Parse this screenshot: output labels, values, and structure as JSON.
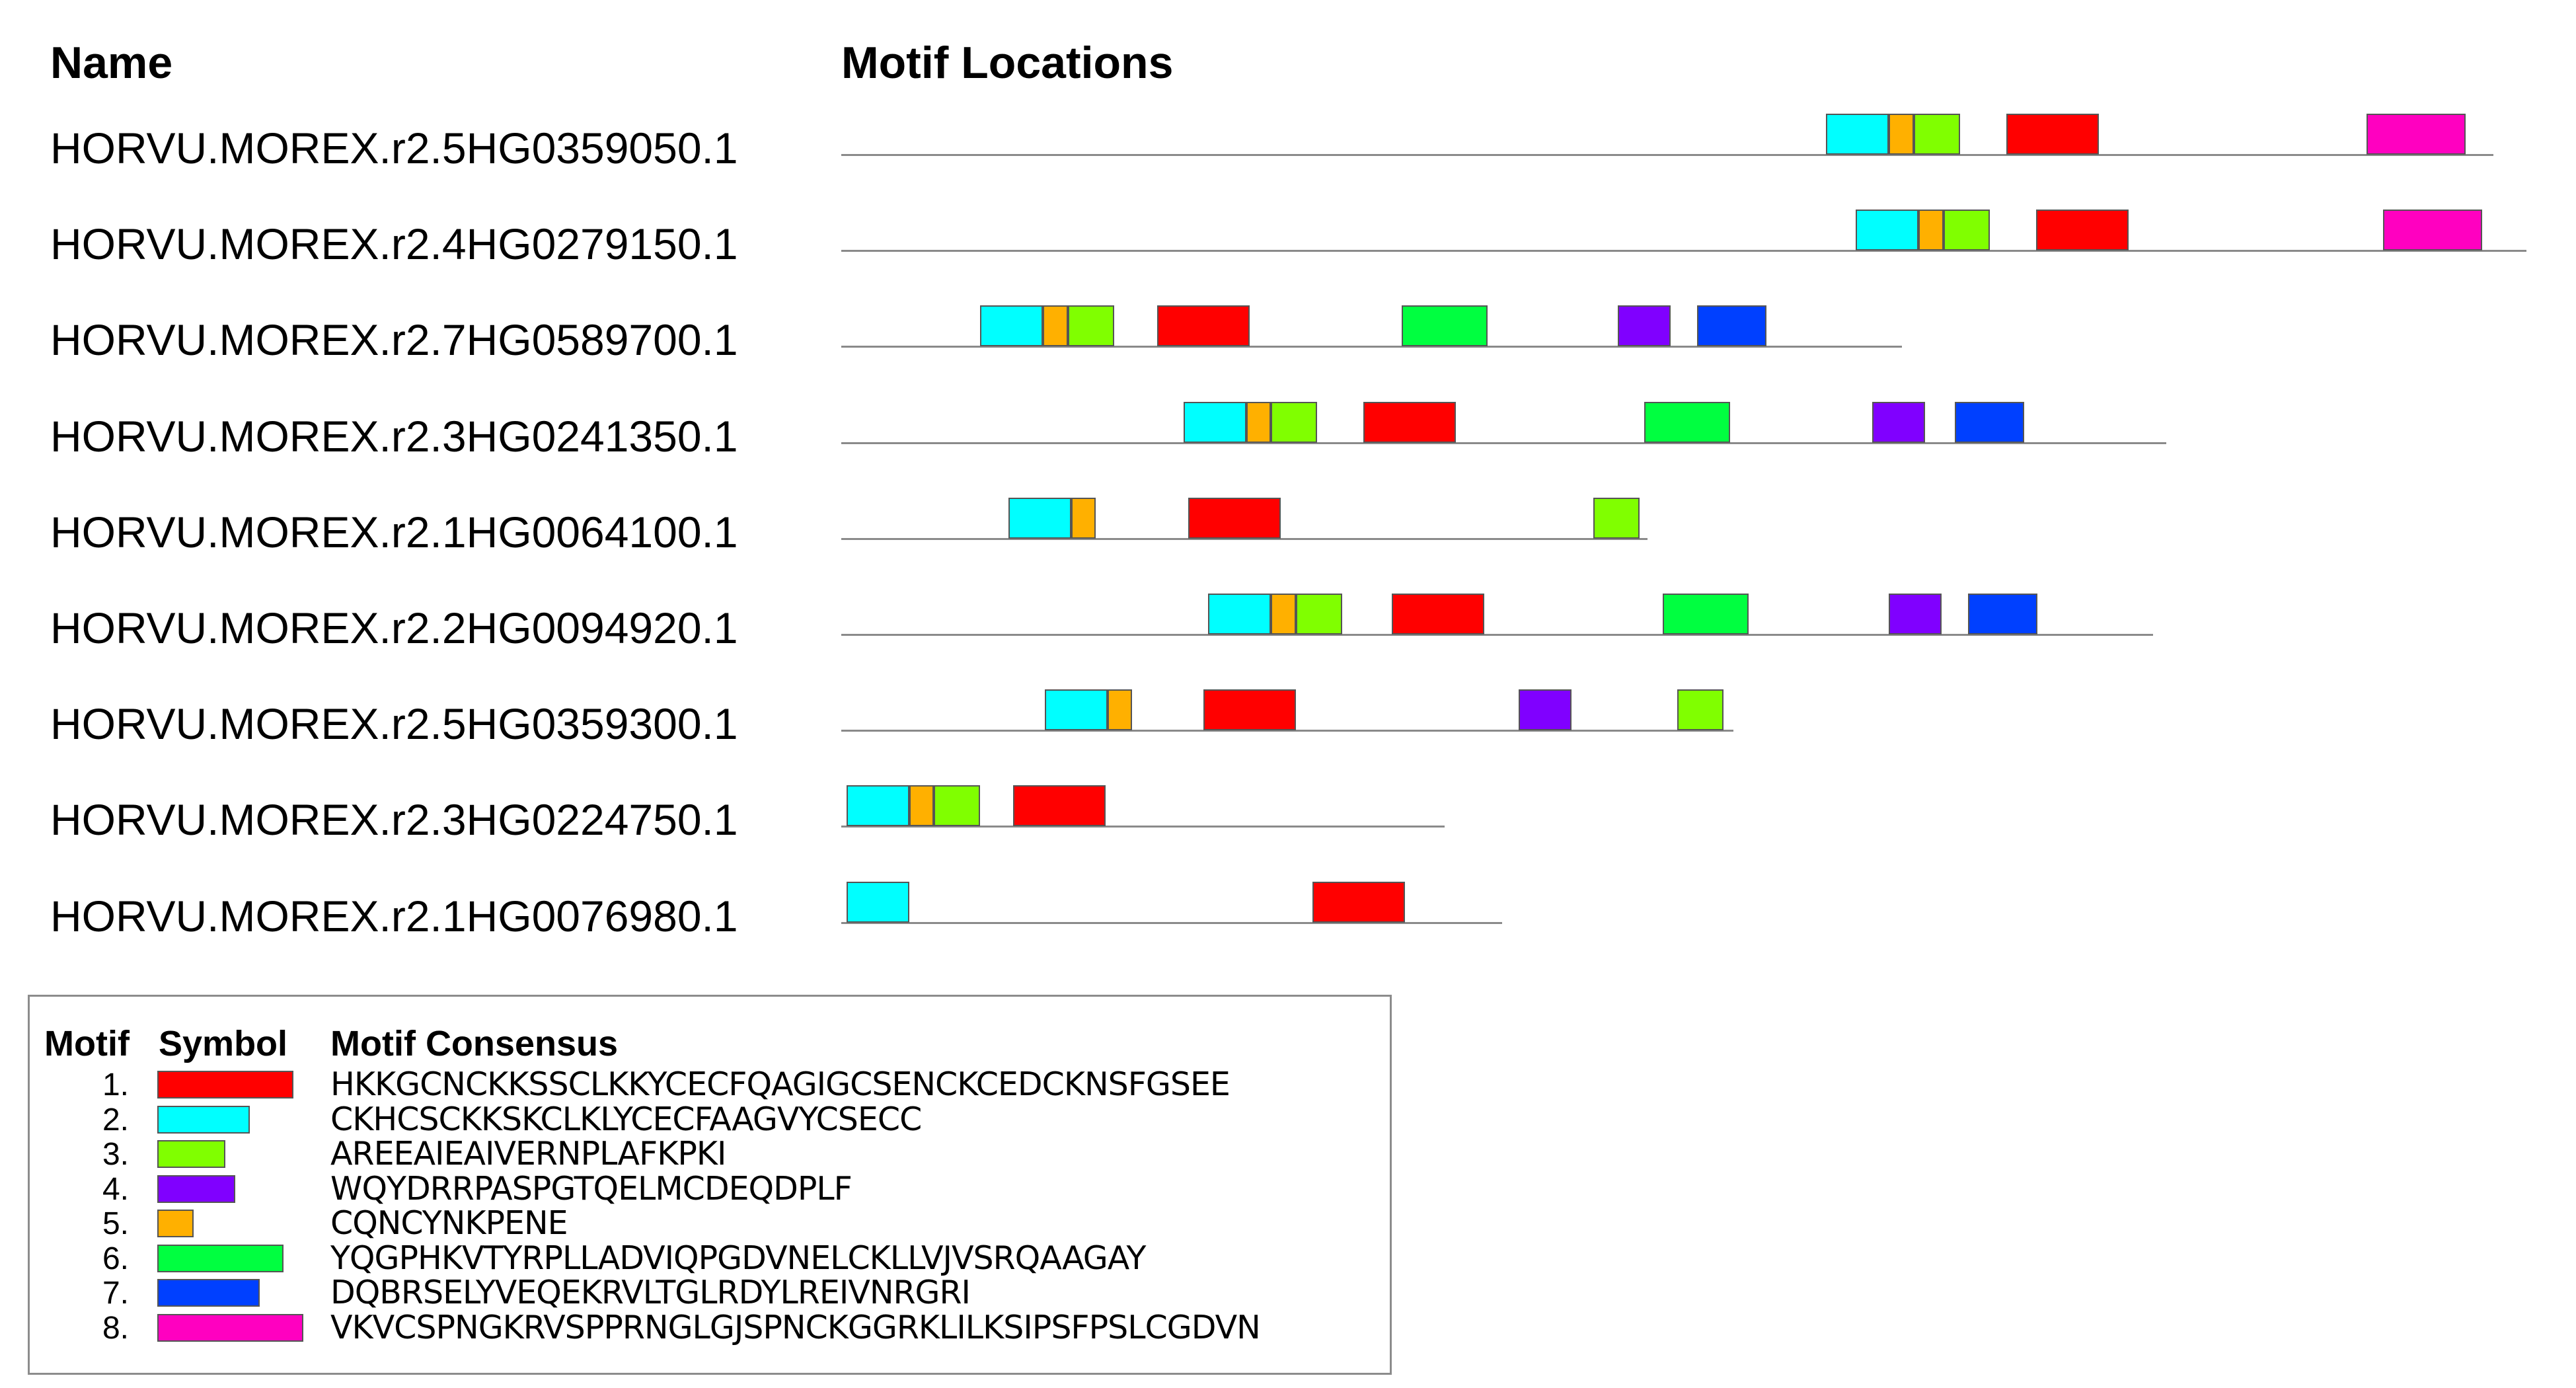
{
  "headers": {
    "name": "Name",
    "locations": "Motif Locations"
  },
  "motif_colors": {
    "1": "#ff0000",
    "2": "#00ffff",
    "3": "#80ff00",
    "4": "#8000ff",
    "5": "#ffb000",
    "6": "#00ff40",
    "7": "#0040ff",
    "8": "#ff00c0"
  },
  "sequences": [
    {
      "name": "HORVU.MOREX.r2.5HG0359050.1",
      "length": 1000,
      "motifs": [
        {
          "motif": 2,
          "start": 596,
          "end": 634
        },
        {
          "motif": 5,
          "start": 634,
          "end": 649
        },
        {
          "motif": 3,
          "start": 649,
          "end": 677
        },
        {
          "motif": 1,
          "start": 705,
          "end": 761
        },
        {
          "motif": 8,
          "start": 923,
          "end": 983
        }
      ]
    },
    {
      "name": "HORVU.MOREX.r2.4HG0279150.1",
      "length": 1020,
      "motifs": [
        {
          "motif": 2,
          "start": 614,
          "end": 652
        },
        {
          "motif": 5,
          "start": 652,
          "end": 667
        },
        {
          "motif": 3,
          "start": 667,
          "end": 695
        },
        {
          "motif": 1,
          "start": 723,
          "end": 779
        },
        {
          "motif": 8,
          "start": 933,
          "end": 993
        }
      ]
    },
    {
      "name": "HORVU.MOREX.r2.7HG0589700.1",
      "length": 642,
      "motifs": [
        {
          "motif": 2,
          "start": 84,
          "end": 122
        },
        {
          "motif": 5,
          "start": 122,
          "end": 137
        },
        {
          "motif": 3,
          "start": 137,
          "end": 165
        },
        {
          "motif": 1,
          "start": 191,
          "end": 247
        },
        {
          "motif": 6,
          "start": 339,
          "end": 391
        },
        {
          "motif": 4,
          "start": 470,
          "end": 502
        },
        {
          "motif": 7,
          "start": 518,
          "end": 560
        }
      ]
    },
    {
      "name": "HORVU.MOREX.r2.3HG0241350.1",
      "length": 802,
      "motifs": [
        {
          "motif": 2,
          "start": 207,
          "end": 245
        },
        {
          "motif": 5,
          "start": 245,
          "end": 260
        },
        {
          "motif": 3,
          "start": 260,
          "end": 288
        },
        {
          "motif": 1,
          "start": 316,
          "end": 372
        },
        {
          "motif": 6,
          "start": 486,
          "end": 538
        },
        {
          "motif": 4,
          "start": 624,
          "end": 656
        },
        {
          "motif": 7,
          "start": 674,
          "end": 716
        }
      ]
    },
    {
      "name": "HORVU.MOREX.r2.1HG0064100.1",
      "length": 488,
      "motifs": [
        {
          "motif": 2,
          "start": 101,
          "end": 139
        },
        {
          "motif": 5,
          "start": 139,
          "end": 154
        },
        {
          "motif": 1,
          "start": 210,
          "end": 266
        },
        {
          "motif": 3,
          "start": 455,
          "end": 483
        }
      ]
    },
    {
      "name": "HORVU.MOREX.r2.2HG0094920.1",
      "length": 794,
      "motifs": [
        {
          "motif": 2,
          "start": 222,
          "end": 260
        },
        {
          "motif": 5,
          "start": 260,
          "end": 275
        },
        {
          "motif": 3,
          "start": 275,
          "end": 303
        },
        {
          "motif": 1,
          "start": 333,
          "end": 389
        },
        {
          "motif": 6,
          "start": 497,
          "end": 549
        },
        {
          "motif": 4,
          "start": 634,
          "end": 666
        },
        {
          "motif": 7,
          "start": 682,
          "end": 724
        }
      ]
    },
    {
      "name": "HORVU.MOREX.r2.5HG0359300.1",
      "length": 540,
      "motifs": [
        {
          "motif": 2,
          "start": 123,
          "end": 161
        },
        {
          "motif": 5,
          "start": 161,
          "end": 176
        },
        {
          "motif": 1,
          "start": 219,
          "end": 275
        },
        {
          "motif": 4,
          "start": 410,
          "end": 442
        },
        {
          "motif": 3,
          "start": 506,
          "end": 534
        }
      ]
    },
    {
      "name": "HORVU.MOREX.r2.3HG0224750.1",
      "length": 365,
      "motifs": [
        {
          "motif": 2,
          "start": 3,
          "end": 41
        },
        {
          "motif": 5,
          "start": 41,
          "end": 56
        },
        {
          "motif": 3,
          "start": 56,
          "end": 84
        },
        {
          "motif": 1,
          "start": 104,
          "end": 160
        }
      ]
    },
    {
      "name": "HORVU.MOREX.r2.1HG0076980.1",
      "length": 400,
      "motifs": [
        {
          "motif": 2,
          "start": 3,
          "end": 41
        },
        {
          "motif": 1,
          "start": 285,
          "end": 341
        }
      ]
    }
  ],
  "legend": {
    "headers": {
      "motif": "Motif",
      "symbol": "Symbol",
      "consensus": "Motif Consensus"
    },
    "rows": [
      {
        "number": "1.",
        "motif": 1,
        "width": 56,
        "consensus": "HKKGCNCKKSSCLKKYCECFQAGIGCSENCKCEDCKNSFGSEE"
      },
      {
        "number": "2.",
        "motif": 2,
        "width": 38,
        "consensus": "CKHCSCKKSKCLKLYCECFAAGVYCSECC"
      },
      {
        "number": "3.",
        "motif": 3,
        "width": 28,
        "consensus": "AREEAIEAIVERNPLAFKPKI"
      },
      {
        "number": "4.",
        "motif": 4,
        "width": 32,
        "consensus": "WQYDRRPASPGTQELMCDEQDPLF"
      },
      {
        "number": "5.",
        "motif": 5,
        "width": 15,
        "consensus": "CQNCYNKPENE"
      },
      {
        "number": "6.",
        "motif": 6,
        "width": 52,
        "consensus": "YQGPHKVTYRPLLADVIQPGDVNELCKLLVJVSRQAAGAY"
      },
      {
        "number": "7.",
        "motif": 7,
        "width": 42,
        "consensus": "DQBRSELYVEQEKRVLTGLRDYLREIVNRGRI"
      },
      {
        "number": "8.",
        "motif": 8,
        "width": 60,
        "consensus": "VKVCSPNGKRVSPPRNGLGJSPNCKGGRKLILKSIPSFPSLCGDVN"
      }
    ]
  }
}
